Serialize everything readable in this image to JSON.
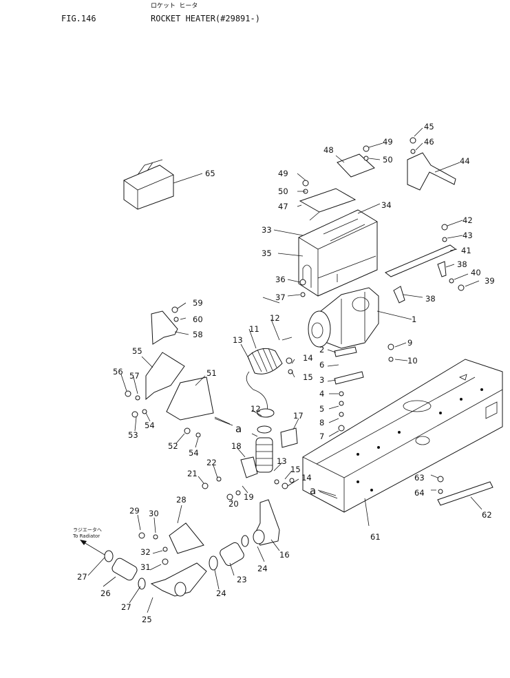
{
  "header": {
    "figure": "FIG.146",
    "title_jp": "ロケット ヒータ",
    "title": "ROCKET HEATER(#29891-)"
  },
  "note": {
    "jp": "ラジエータへ",
    "en": "To Radiator"
  },
  "callouts": [
    "1",
    "2",
    "3",
    "4",
    "5",
    "6",
    "7",
    "8",
    "9",
    "10",
    "11",
    "12",
    "13",
    "14",
    "15",
    "16",
    "17",
    "18",
    "19",
    "20",
    "21",
    "22",
    "23",
    "24",
    "25",
    "26",
    "27",
    "28",
    "29",
    "30",
    "31",
    "32",
    "33",
    "34",
    "35",
    "36",
    "37",
    "38",
    "39",
    "40",
    "41",
    "42",
    "43",
    "44",
    "45",
    "46",
    "47",
    "48",
    "49",
    "50",
    "51",
    "52",
    "53",
    "54",
    "55",
    "56",
    "57",
    "58",
    "59",
    "60",
    "61",
    "62",
    "63",
    "64",
    "65"
  ],
  "ref_marker": "a"
}
